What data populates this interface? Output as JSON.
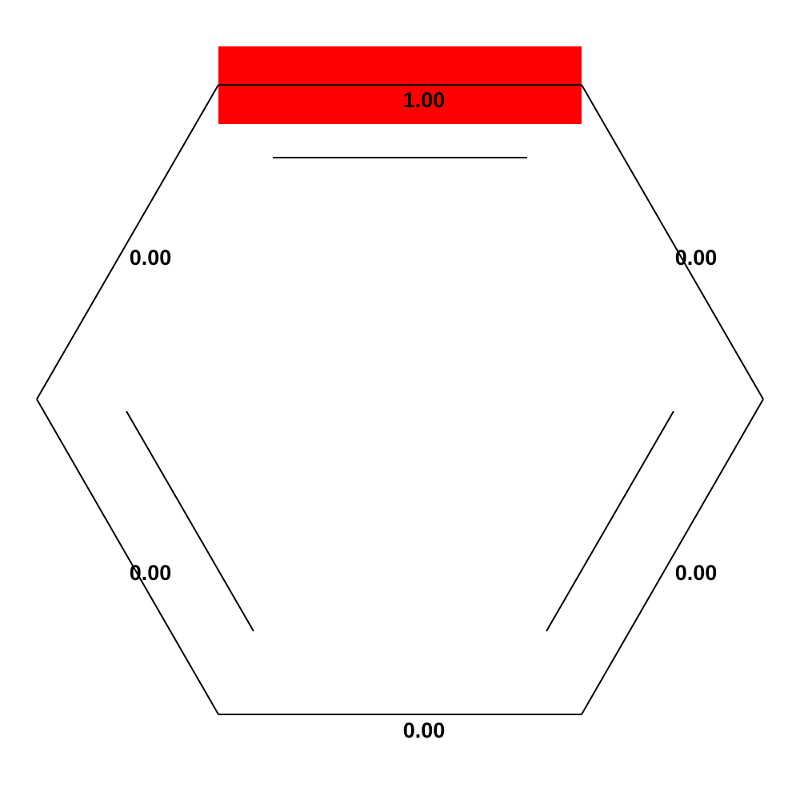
{
  "diagram": {
    "type": "benzene-ring-bond-values",
    "highlight_color": "#ff0000",
    "line_color": "#000000",
    "bonds": [
      {
        "id": "top",
        "value": "1.00",
        "highlighted": true,
        "double_bond_inner_line": true
      },
      {
        "id": "upper-right",
        "value": "0.00",
        "highlighted": false,
        "double_bond_inner_line": false
      },
      {
        "id": "lower-right",
        "value": "0.00",
        "highlighted": false,
        "double_bond_inner_line": true
      },
      {
        "id": "bottom",
        "value": "0.00",
        "highlighted": false,
        "double_bond_inner_line": false
      },
      {
        "id": "lower-left",
        "value": "0.00",
        "highlighted": false,
        "double_bond_inner_line": true
      },
      {
        "id": "upper-left",
        "value": "0.00",
        "highlighted": false,
        "double_bond_inner_line": false
      }
    ]
  }
}
